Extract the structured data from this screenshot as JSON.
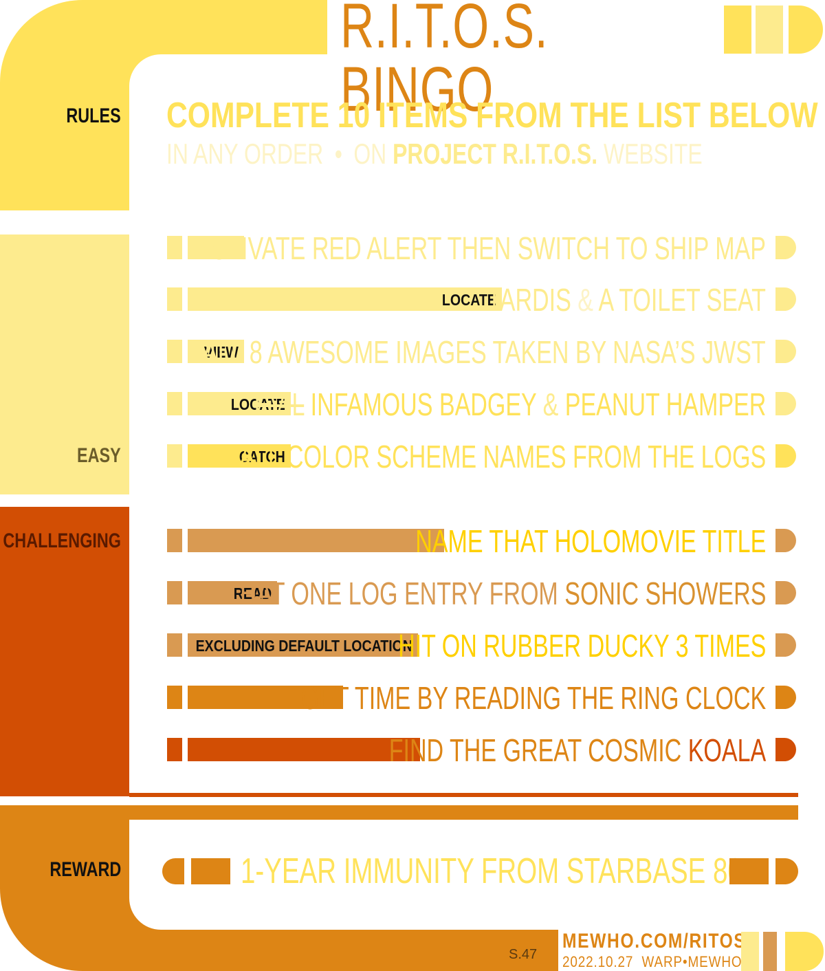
{
  "title": "R.I.T.O.S. BINGO",
  "colors": {
    "yellow_bright": "#ffe25a",
    "yellow_pale": "#fdeb8e",
    "gold": "#ffd000",
    "orange_light": "#d99a52",
    "orange": "#dd8515",
    "orange_dark": "#d24e04"
  },
  "sections": {
    "rules": "RULES",
    "easy": "EASY",
    "challenging": "CHALLENGING",
    "reward": "REWARD"
  },
  "rules": {
    "headline": "COMPLETE 10 ITEMS FROM THE LIST BELOW",
    "sub_any_order": "IN ANY ORDER",
    "sub_bullet": "•",
    "sub_on": "ON",
    "sub_project": "PROJECT R.I.T.O.S.",
    "sub_website": "WEBSITE"
  },
  "easy_items": [
    {
      "tag": "",
      "text": "ACTIVATE RED ALERT THEN SWITCH TO SHIP MAP"
    },
    {
      "tag": "LOCATE",
      "text_a": "TARDIS",
      "amp": "&",
      "text_b": "A TOILET SEAT"
    },
    {
      "tag": "VIEW",
      "text": "ALL 8 AWESOME IMAGES TAKEN BY NASA’S JWST"
    },
    {
      "tag": "LOCATE",
      "strike": "EVIL",
      "text_a": "INFAMOUS BADGEY",
      "amp": "&",
      "text_b": "PEANUT HAMPER"
    },
    {
      "tag": "CATCH",
      "text": "ALL COLOR SCHEME NAMES FROM THE LOGS"
    }
  ],
  "challenging_items": [
    {
      "tag": "",
      "text": "NAME THAT HOLOMOVIE TITLE"
    },
    {
      "tag": "READ",
      "text_a": "THAT ONE LOG ENTRY FROM",
      "text_b": "SONIC SHOWERS"
    },
    {
      "tag": "EXCLUDING DEFAULT LOCATION",
      "text": "HIT ON RUBBER DUCKY 3 TIMES"
    },
    {
      "tag": "",
      "text": "GET TIME BY READING THE RING CLOCK"
    },
    {
      "tag": "",
      "text_a": "FIND THE GREAT COSMIC",
      "text_b": "KOALA"
    }
  ],
  "reward": {
    "text": "1-YEAR IMMUNITY FROM STARBASE 80"
  },
  "footer": {
    "code": "S.47",
    "url": "MEWHO.COM/RITOS",
    "date": "2022.10.27",
    "credit_a": "WARP",
    "credit_bullet": "•",
    "credit_b": "MEWHO"
  }
}
